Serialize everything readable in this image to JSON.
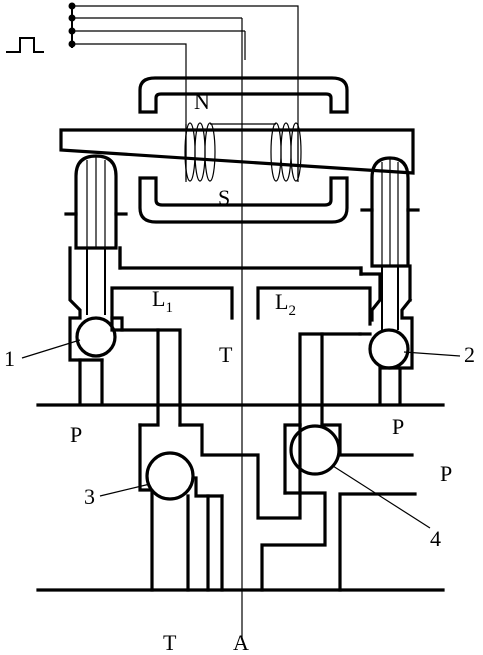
{
  "labels": {
    "north_pole": "N",
    "south_pole": "S",
    "line_l1_letter": "L",
    "line_l1_sub": "1",
    "line_l2_letter": "L",
    "line_l2_sub": "2",
    "tank_center": "T",
    "pressure_left": "P",
    "pressure_right": "P",
    "pressure_outlet": "P",
    "tank_bottom": "T",
    "port_a": "A",
    "callout_1": "1",
    "callout_2": "2",
    "callout_3": "3",
    "callout_4": "4"
  },
  "colors": {
    "line": "#000000",
    "background": "#ffffff"
  }
}
